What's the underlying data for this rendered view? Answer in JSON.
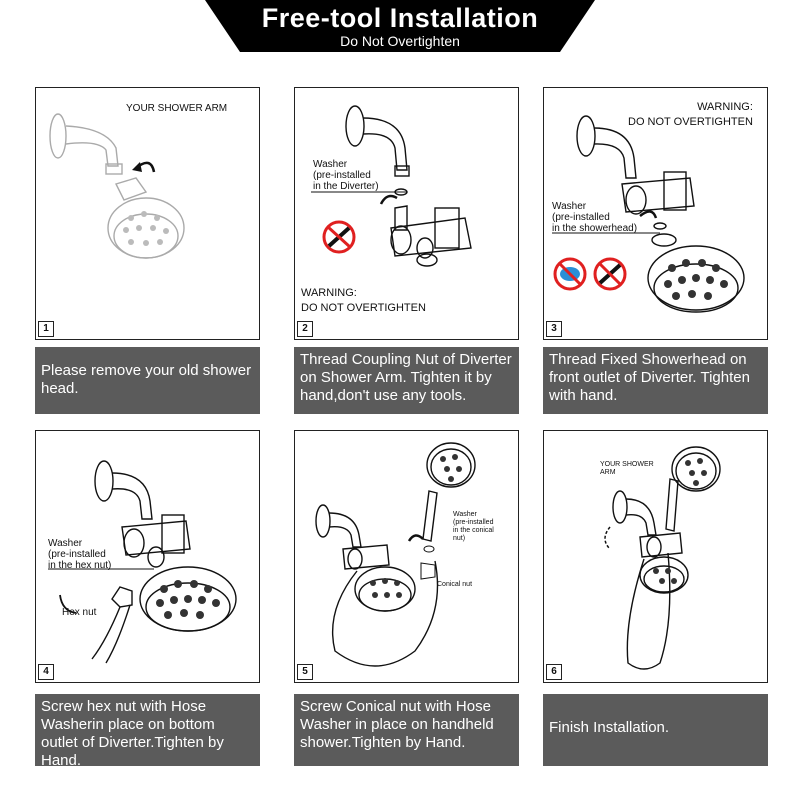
{
  "banner": {
    "title": "Free-tool Installation",
    "subtitle": "Do Not Overtighten",
    "color": "#000000"
  },
  "steps": [
    {
      "number": "1",
      "labels": {
        "arm": "YOUR  SHOWER  ARM"
      },
      "caption": "Please remove your old shower head."
    },
    {
      "number": "2",
      "labels": {
        "washer_l1": "Washer",
        "washer_l2": "(pre-installed",
        "washer_l3": "in the Diverter)",
        "warning_l1": "WARNING:",
        "warning_l2": "DO NOT OVERTIGHTEN"
      },
      "caption": "Thread Coupling Nut of Diverter on Shower Arm. Tighten it by hand,don't use any tools."
    },
    {
      "number": "3",
      "labels": {
        "warning_l1": "WARNING:",
        "warning_l2": "DO NOT OVERTIGHTEN",
        "washer_l1": "Washer",
        "washer_l2": "(pre-installed",
        "washer_l3": "in the showerhead)"
      },
      "caption": "Thread Fixed Showerhead on front outlet of Diverter. Tighten with hand."
    },
    {
      "number": "4",
      "labels": {
        "washer_l1": "Washer",
        "washer_l2": "(pre-installed",
        "washer_l3": "in the hex nut)",
        "hexnut": "Hex nut"
      },
      "caption": "Screw hex nut with Hose Washerin place on bottom outlet of Diverter.Tighten by Hand."
    },
    {
      "number": "5",
      "labels": {
        "washer_l1": "Washer",
        "washer_l2": "(pre-installed",
        "washer_l3": "in the conical",
        "washer_l4": "nut)",
        "conical": "Conical nut"
      },
      "caption": "Screw Conical nut with Hose Washer in place on handheld shower.Tighten by Hand."
    },
    {
      "number": "6",
      "labels": {
        "arm_l1": "YOUR SHOWER",
        "arm_l2": "ARM"
      },
      "caption": "Finish Installation."
    }
  ],
  "colors": {
    "caption_bg": "#5b5b5b",
    "prohibit_red": "#e02020",
    "blue_tape": "#2a8fd6"
  }
}
